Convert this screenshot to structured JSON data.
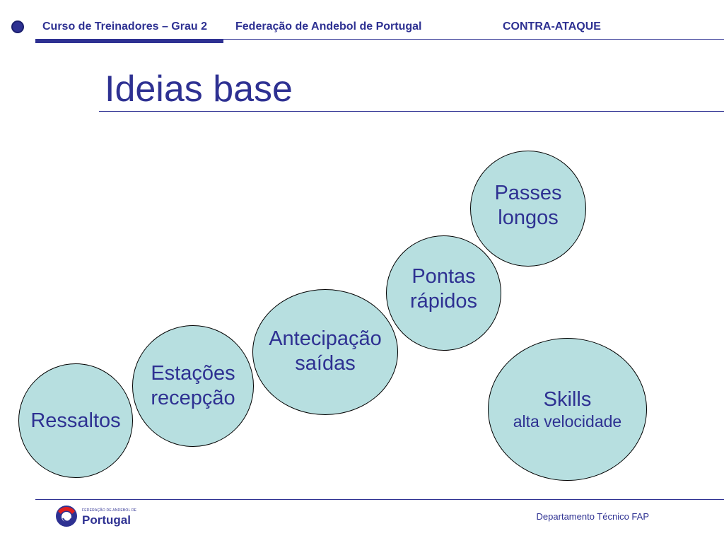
{
  "header": {
    "course": "Curso de Treinadores – Grau 2",
    "federation": "Federação de Andebol de Portugal",
    "topic": "CONTRA-ATAQUE"
  },
  "slide": {
    "title": "Ideias base"
  },
  "bubbles": [
    {
      "line1": "Ressaltos",
      "line2": ""
    },
    {
      "line1": "Estações",
      "line2": "recepção"
    },
    {
      "line1": "Antecipação",
      "line2": "saídas"
    },
    {
      "line1": "Pontas",
      "line2": "rápidos"
    },
    {
      "line1": "Passes",
      "line2": "longos"
    },
    {
      "line1": "Skills",
      "line2": "alta velocidade"
    }
  ],
  "footer": {
    "department": "Departamento Técnico FAP",
    "logo_small_text": "FEDERAÇÃO DE ANDEBOL DE",
    "logo_big_text": "Portugal"
  },
  "colors": {
    "text_blue": "#2e3192",
    "bubble_fill": "#b7dfe0"
  }
}
